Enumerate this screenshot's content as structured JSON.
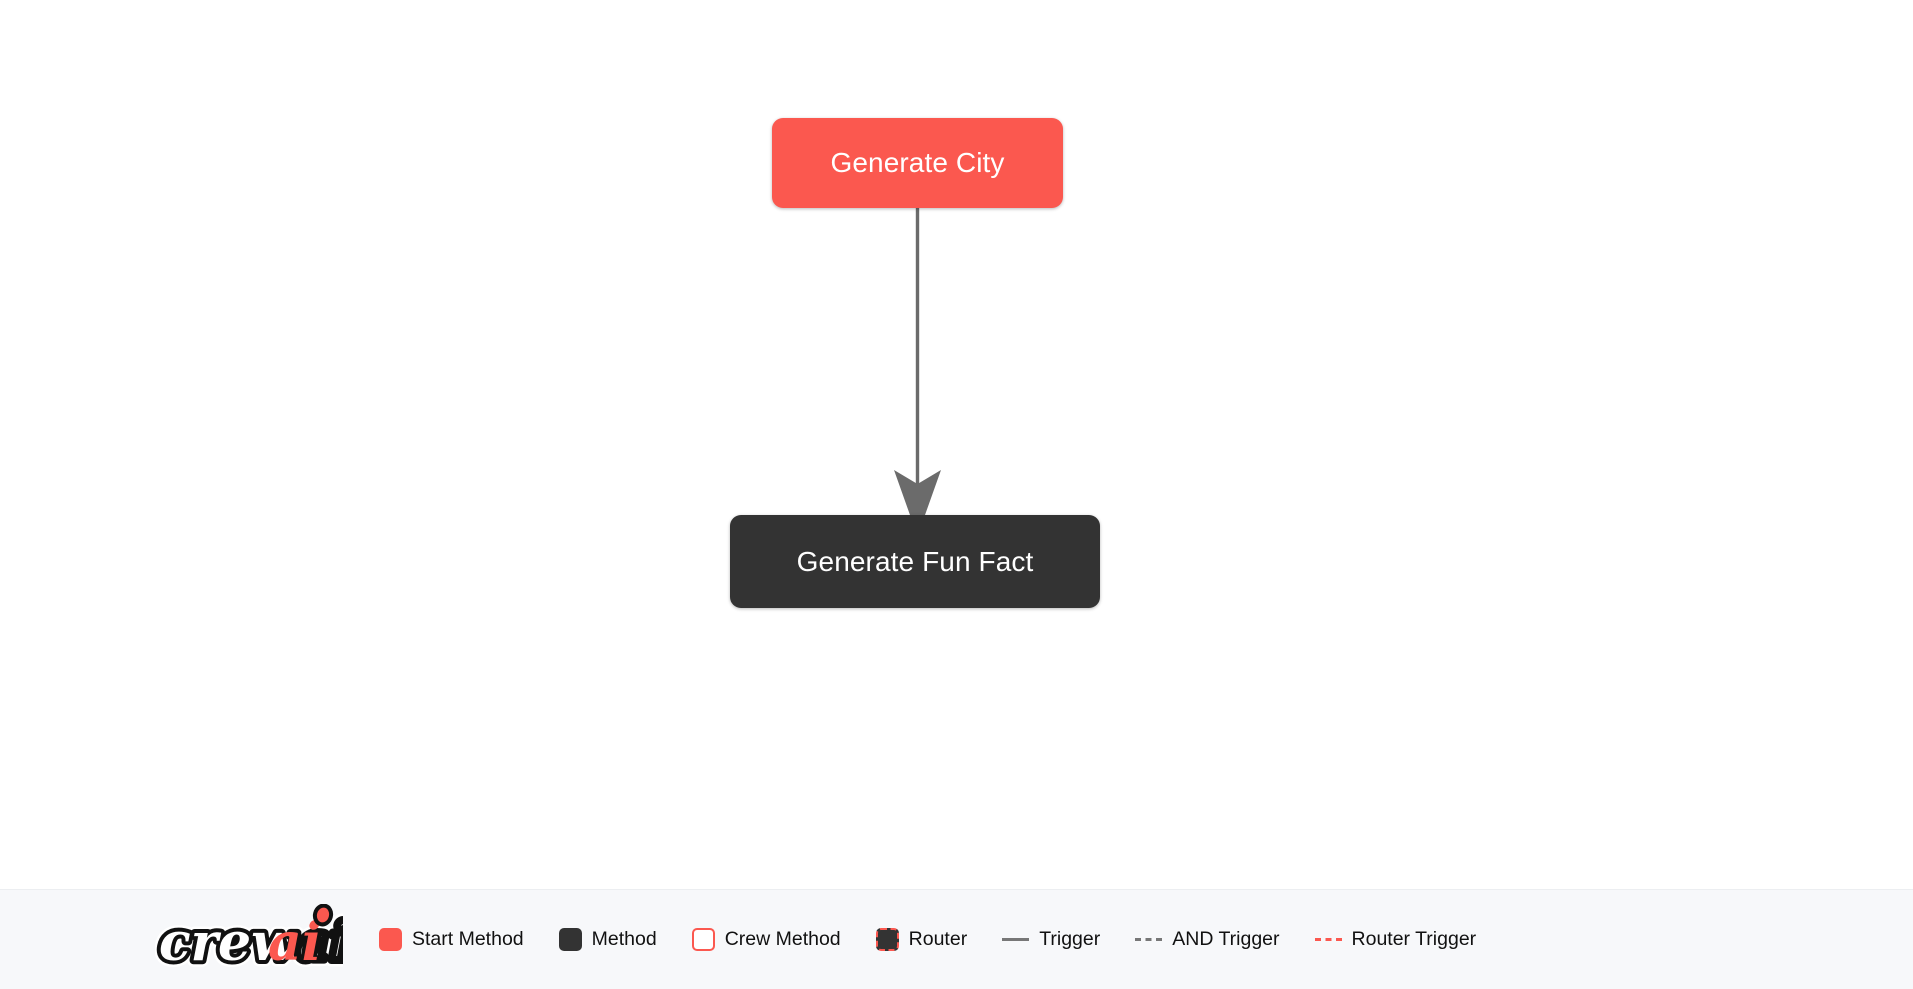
{
  "colors": {
    "start_method": "#FB584F",
    "method": "#333333",
    "crew_method_border": "#FB584F",
    "router_border": "#FB584F",
    "trigger_line": "#777777",
    "router_trigger_line": "#FB584F",
    "canvas_background": "#FFFFFF",
    "legend_background": "#F7F8FA",
    "node_text": "#FFFFFF",
    "legend_text": "#111111"
  },
  "canvas": {
    "nodes": [
      {
        "id": "generate-city",
        "label": "Generate City",
        "type": "start-method"
      },
      {
        "id": "generate-fun-fact",
        "label": "Generate Fun Fact",
        "type": "method"
      }
    ],
    "edges": [
      {
        "from": "generate-city",
        "to": "generate-fun-fact",
        "type": "trigger"
      }
    ]
  },
  "legend": {
    "logo_text_primary": "crew",
    "logo_text_accent": "ai",
    "items": [
      {
        "label": "Start Method",
        "marker": "swatch-start-method"
      },
      {
        "label": "Method",
        "marker": "swatch-method"
      },
      {
        "label": "Crew Method",
        "marker": "swatch-crew-method"
      },
      {
        "label": "Router",
        "marker": "swatch-router"
      },
      {
        "label": "Trigger",
        "marker": "line-trigger"
      },
      {
        "label": "AND Trigger",
        "marker": "line-and-trigger"
      },
      {
        "label": "Router Trigger",
        "marker": "line-router-trigger"
      }
    ]
  }
}
